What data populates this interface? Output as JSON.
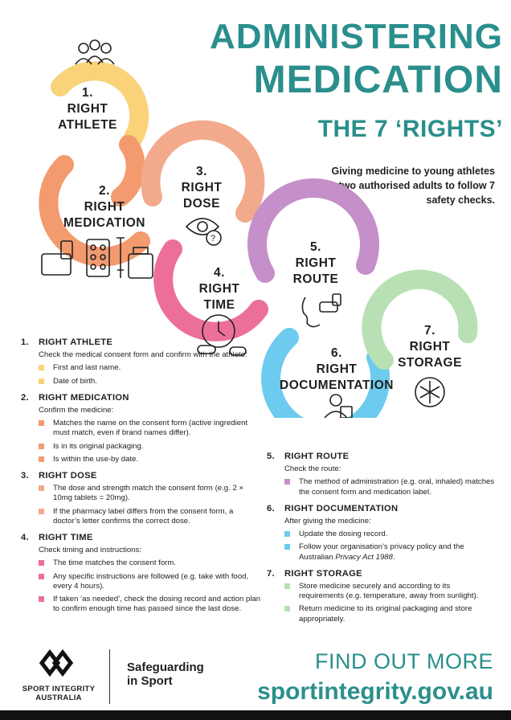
{
  "header": {
    "title_line1": "ADMINISTERING",
    "title_line2": "MEDICATION",
    "subtitle": "THE 7 ‘RIGHTS’",
    "intro": "Giving medicine to young athletes requires two authorised adults to follow 7 safety checks."
  },
  "colors": {
    "teal": "#2a8f8c",
    "ring1": "#f9d27a",
    "ring2": "#f39a6e",
    "ring3": "#f2a98c",
    "ring4": "#ec6f9a",
    "ring5": "#c58fc9",
    "ring6": "#6ccbee",
    "ring7": "#b8e0b4"
  },
  "diagram": {
    "rights": [
      {
        "num": "1.",
        "line1": "RIGHT",
        "line2": "ATHLETE",
        "icon": "group-of-people-icon"
      },
      {
        "num": "2.",
        "line1": "RIGHT",
        "line2": "MEDICATION",
        "icon": "medicine-items-icon"
      },
      {
        "num": "3.",
        "line1": "RIGHT",
        "line2": "DOSE",
        "icon": "eye-question-icon"
      },
      {
        "num": "4.",
        "line1": "RIGHT",
        "line2": "TIME",
        "icon": "clock-pills-icon"
      },
      {
        "num": "5.",
        "line1": "RIGHT",
        "line2": "ROUTE",
        "icon": "inhaler-face-icon"
      },
      {
        "num": "6.",
        "line1": "RIGHT",
        "line2": "DOCUMENTATION",
        "icon": "person-clipboard-icon"
      },
      {
        "num": "7.",
        "line1": "RIGHT",
        "line2": "STORAGE",
        "icon": "snowflake-icon"
      }
    ]
  },
  "sections_left": [
    {
      "num": "1.",
      "title": "RIGHT ATHLETE",
      "color": "#f9d27a",
      "intro": "Check the medical consent form and confirm with the athlete:",
      "items": [
        "First and last name.",
        "Date of birth."
      ]
    },
    {
      "num": "2.",
      "title": "RIGHT MEDICATION",
      "color": "#f39a6e",
      "intro": "Confirm the medicine:",
      "items": [
        "Matches the name on the consent form (active ingredient must match, even if brand names differ).",
        "Is in its original packaging.",
        "Is within the use-by date."
      ]
    },
    {
      "num": "3.",
      "title": "RIGHT DOSE",
      "color": "#f2a98c",
      "intro": "",
      "items": [
        "The dose and strength match the consent form (e.g. 2 × 10mg tablets = 20mg).",
        "If the pharmacy label differs from the consent form, a doctor’s letter confirms the correct dose."
      ]
    },
    {
      "num": "4.",
      "title": "RIGHT TIME",
      "color": "#ec6f9a",
      "intro": "Check timing and instructions:",
      "items": [
        "The time matches the consent form.",
        "Any specific instructions are followed (e.g. take with food, every 4 hours).",
        "If taken ‘as needed’, check the dosing record and action plan to confirm enough time has passed since the last dose."
      ]
    }
  ],
  "sections_right": [
    {
      "num": "5.",
      "title": "RIGHT ROUTE",
      "color": "#c58fc9",
      "intro": "Check the route:",
      "items": [
        "The method of administration (e.g. oral, inhaled) matches the consent form and medication label."
      ]
    },
    {
      "num": "6.",
      "title": "RIGHT DOCUMENTATION",
      "color": "#6ccbee",
      "intro": "After giving the medicine:",
      "items": [
        "Update the dosing record.",
        "Follow your organisation’s privacy policy and the Australian "
      ],
      "privacy_act": "Privacy Act 1988",
      "privacy_end": "."
    },
    {
      "num": "7.",
      "title": "RIGHT STORAGE",
      "color": "#b8e0b4",
      "intro": "",
      "items": [
        "Store medicine securely and according to its requirements  (e.g. temperature, away from sunlight).",
        "Return medicine to its original packaging and store appropriately."
      ]
    }
  ],
  "footer": {
    "logo_line1": "SPORT INTEGRITY",
    "logo_line2": "AUSTRALIA",
    "safeguard_line1": "Safeguarding",
    "safeguard_line2": "in Sport",
    "find_out_more": "FIND OUT MORE",
    "website": "sportintegrity.gov.au"
  }
}
